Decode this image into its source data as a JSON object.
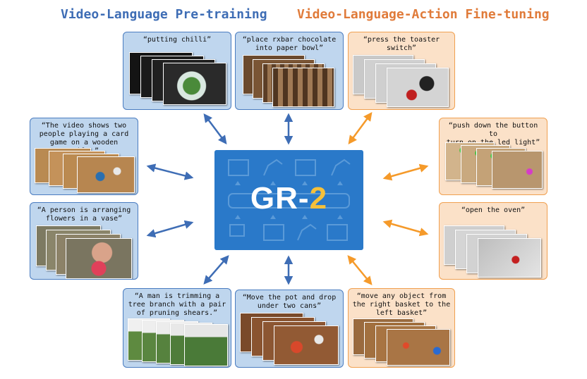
{
  "headings": {
    "pretraining": "Video-Language Pre-training",
    "finetuning": "Video-Language-Action Fine-tuning"
  },
  "model": {
    "name_prefix": "GR-",
    "name_number": "2"
  },
  "colors": {
    "pretraining_accent": "#3e6db5",
    "finetuning_accent": "#e07b3a",
    "model_box": "#2a79c9",
    "model_number": "#f5c03a"
  },
  "pretraining_videos": [
    {
      "caption": "“putting chilli”"
    },
    {
      "caption": "“place rxbar chocolate\ninto paper bowl”"
    },
    {
      "caption": "“The video shows two\npeople playing a card\ngame on a wooden table.”"
    },
    {
      "caption": "“A person is arranging\nflowers in a vase”"
    },
    {
      "caption": "“A man is trimming a\ntree branch with a pair\nof pruning shears.”"
    },
    {
      "caption": "“Move the pot and drop\nunder two cans”"
    }
  ],
  "finetuning_videos": [
    {
      "caption": "“press the toaster\nswitch”"
    },
    {
      "caption": "“push down the button to\nturn on the led light”"
    },
    {
      "caption": "“open the oven”"
    },
    {
      "caption": "“move any object from\nthe right basket to the\nleft basket”"
    }
  ]
}
